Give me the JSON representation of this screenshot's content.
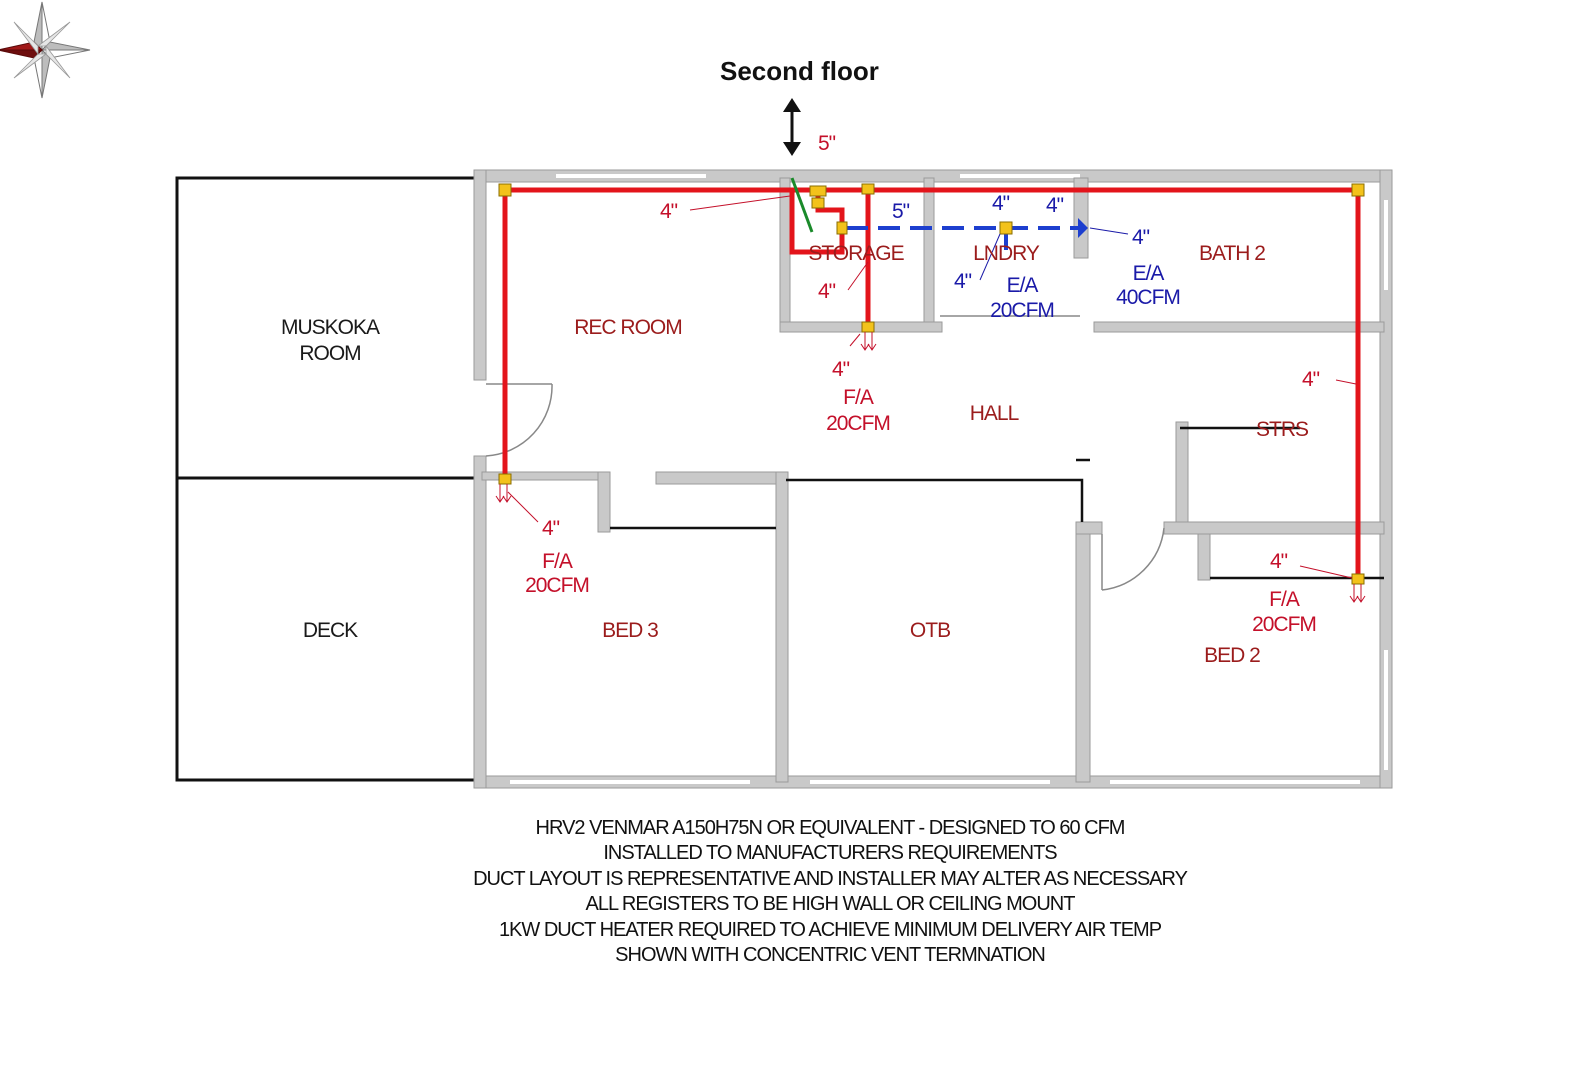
{
  "title": "Second floor",
  "rooms": {
    "muskoka": [
      "MUSKOKA",
      "ROOM"
    ],
    "rec_room": "REC ROOM",
    "storage": "STORAGE",
    "lndry": "LNDRY",
    "bath2": "BATH 2",
    "hall": "HALL",
    "strs": "STRS",
    "deck": "DECK",
    "bed3": "BED 3",
    "otb": "OTB",
    "bed2": "BED 2"
  },
  "duct_sizes": {
    "top_5": "5\"",
    "rec_4": "4\"",
    "storage_5": "5\"",
    "lndry_4": "4\"",
    "bath_4": "4\"",
    "bath_right_4": "4\"",
    "storage_left_4": "4\"",
    "lndry_left_4": "4\"",
    "hall_4": "4\"",
    "bed3_4": "4\"",
    "right_4": "4\"",
    "bed2_4": "4\""
  },
  "registers": {
    "hall_fa": [
      "F/A",
      "20CFM"
    ],
    "bed3_fa": [
      "F/A",
      "20CFM"
    ],
    "bed2_fa": [
      "F/A",
      "20CFM"
    ],
    "lndry_ea": [
      "E/A",
      "20CFM"
    ],
    "bath_ea": [
      "E/A",
      "40CFM"
    ]
  },
  "notes": [
    "HRV2 VENMAR A150H75N OR EQUIVALENT - DESIGNED TO 60 CFM",
    "INSTALLED TO MANUFACTURERS REQUIREMENTS",
    "DUCT LAYOUT IS REPRESENTATIVE AND INSTALLER MAY ALTER AS NECESSARY",
    "ALL REGISTERS TO BE HIGH WALL OR CEILING MOUNT",
    "1KW DUCT HEATER REQUIRED TO ACHIEVE MINIMUM DELIVERY AIR TEMP",
    "SHOWN WITH CONCENTRIC VENT TERMNATION"
  ],
  "colors": {
    "supply_duct": "#e3141b",
    "exhaust_duct": "#1d3fcf",
    "wall": "#c9c9c9",
    "fitting": "#f3c21b"
  }
}
